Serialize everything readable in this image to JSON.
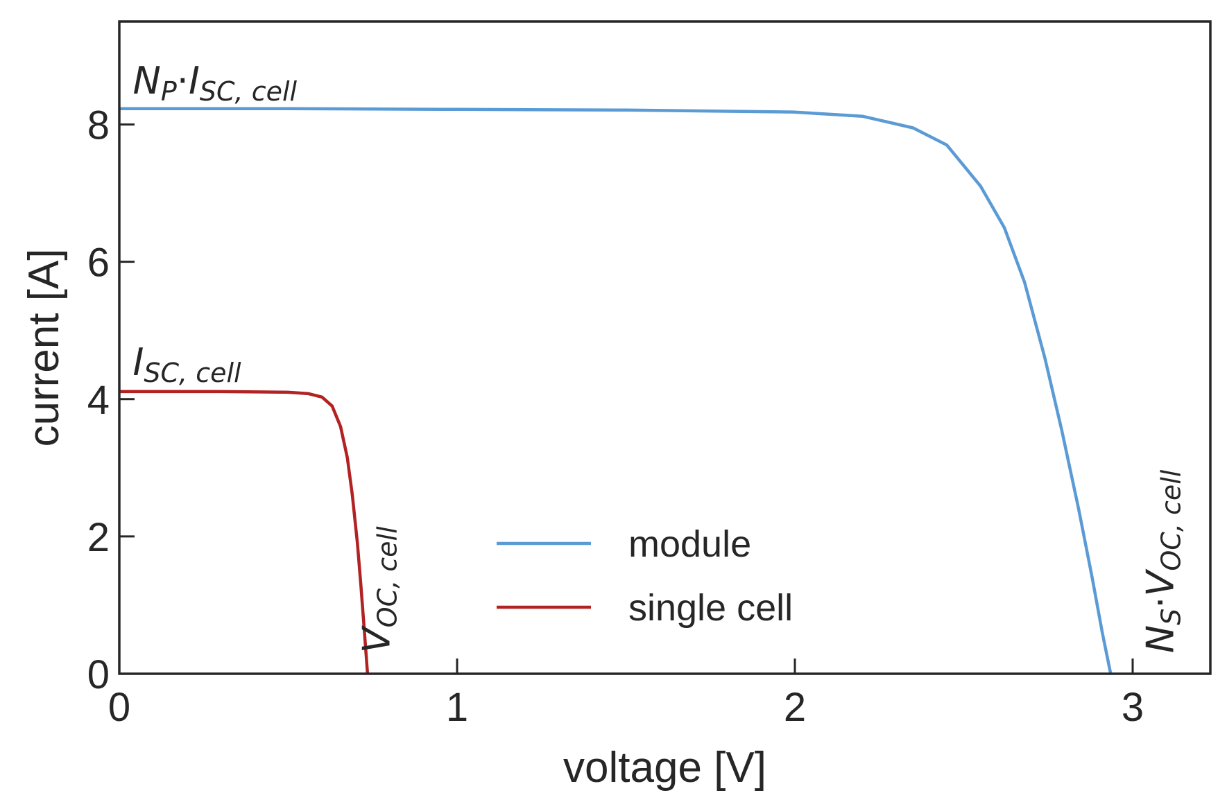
{
  "chart_data": {
    "type": "line",
    "title": "",
    "xlabel": "voltage [V]",
    "ylabel": "current [A]",
    "xlim": [
      0,
      3.23
    ],
    "ylim": [
      0,
      9.5
    ],
    "xticks": [
      0,
      1,
      2,
      3
    ],
    "yticks": [
      0,
      2,
      4,
      6,
      8
    ],
    "grid": false,
    "legend_position": "lower center",
    "series": [
      {
        "name": "module",
        "color": "#5b9bd5",
        "x": [
          0,
          0.5,
          1.0,
          1.5,
          2.0,
          2.2,
          2.35,
          2.45,
          2.55,
          2.62,
          2.68,
          2.74,
          2.79,
          2.84,
          2.88,
          2.91,
          2.935
        ],
        "y": [
          8.23,
          8.23,
          8.22,
          8.21,
          8.18,
          8.12,
          7.95,
          7.7,
          7.1,
          6.5,
          5.7,
          4.6,
          3.55,
          2.4,
          1.4,
          0.6,
          0.0
        ]
      },
      {
        "name": "single cell",
        "color": "#b22222",
        "x": [
          0,
          0.3,
          0.5,
          0.56,
          0.6,
          0.63,
          0.655,
          0.675,
          0.69,
          0.705,
          0.715,
          0.725,
          0.735
        ],
        "y": [
          4.11,
          4.11,
          4.1,
          4.08,
          4.03,
          3.9,
          3.6,
          3.15,
          2.6,
          1.9,
          1.3,
          0.65,
          0.0
        ]
      }
    ],
    "annotations": [
      {
        "key": "np_isc",
        "main": "N",
        "sub1": "P",
        "dot": "·",
        "main2": "I",
        "sub2": "SC, cell",
        "x": 0.04,
        "y": 8.45
      },
      {
        "key": "isc",
        "main": "I",
        "sub": "SC, cell",
        "x": 0.04,
        "y": 4.35
      },
      {
        "key": "voc",
        "main": "V",
        "sub": "OC, cell",
        "x": 0.8,
        "y": 0.3,
        "rotated": true
      },
      {
        "key": "ns_voc",
        "main": "N",
        "sub1": "S",
        "dot": "·",
        "main2": "V",
        "sub2": "OC, cell",
        "x": 3.12,
        "y": 0.3,
        "rotated": true
      }
    ]
  }
}
